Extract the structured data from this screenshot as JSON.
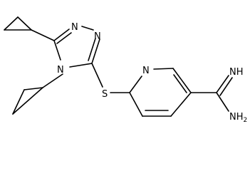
{
  "structure": {
    "atoms": {
      "n_triazole_1": "N",
      "n_triazole_2": "N",
      "n_triazole_4": "N",
      "sulfur": "S",
      "n_pyridine": "N",
      "imine": "NH",
      "amine_n": "NH",
      "amine_sub": "2"
    }
  }
}
